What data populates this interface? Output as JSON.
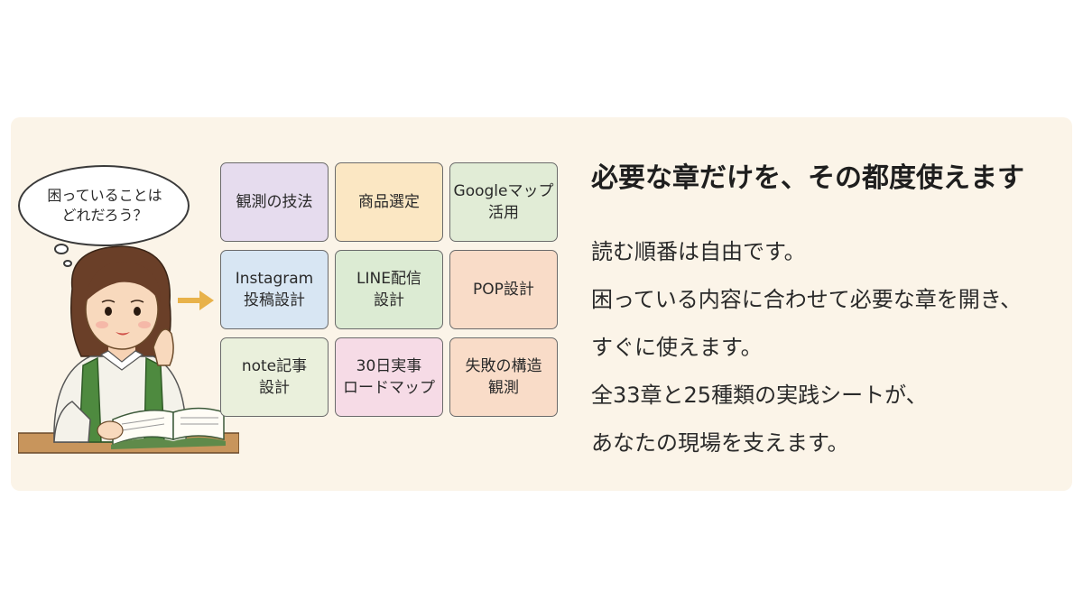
{
  "bubble": {
    "text": "困っていることは\nどれだろう？"
  },
  "chapters": [
    {
      "label": "観測の技法",
      "color": "#e6dcee"
    },
    {
      "label": "商品選定",
      "color": "#fbe7c3"
    },
    {
      "label": "Googleマップ\n活用",
      "color": "#e1ecd6"
    },
    {
      "label": "Instagram\n投稿設計",
      "color": "#d8e6f3"
    },
    {
      "label": "LINE配信\n設計",
      "color": "#dcebd3"
    },
    {
      "label": "POP設計",
      "color": "#f9dcc8"
    },
    {
      "label": "note記事\n設計",
      "color": "#eaf0dc"
    },
    {
      "label": "30日実事\nロードマップ",
      "color": "#f6dbe6"
    },
    {
      "label": "失敗の構造\n観測",
      "color": "#f9dcc8"
    }
  ],
  "heading": "必要な章だけを、その都度使えます",
  "body": [
    "読む順番は自由です。",
    "困っている内容に合わせて必要な章を開き、",
    "すぐに使えます。",
    "全33章と25種類の実践シートが、",
    "あなたの現場を支えます。"
  ],
  "colors": {
    "panel_bg": "#fbf4e8",
    "arrow": "#e8b24a",
    "apron": "#4e8a3f"
  }
}
